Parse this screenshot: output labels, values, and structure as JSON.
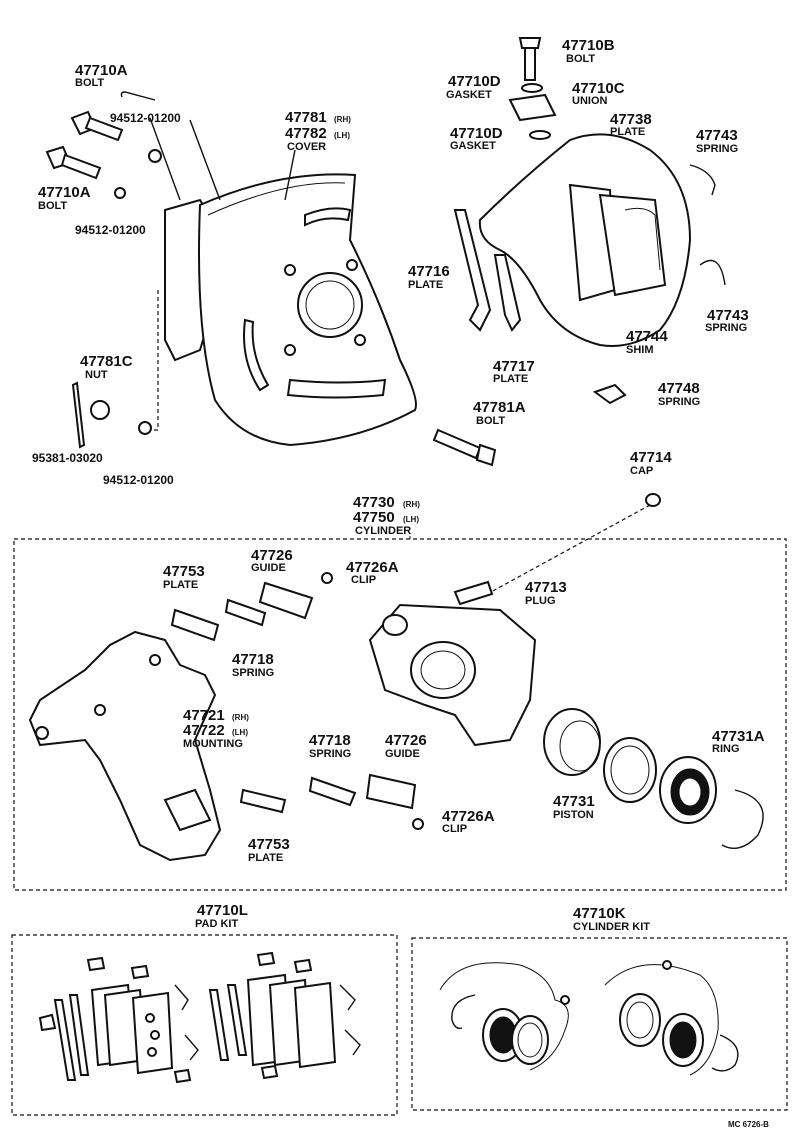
{
  "labels": {
    "p47710A_top": "47710A",
    "bolt_top": "BOLT",
    "p47710A_mid": "47710A",
    "bolt_mid": "BOLT",
    "w94512_1": "94512-01200",
    "w94512_2": "94512-01200",
    "w94512_3": "94512-01200",
    "p47781C": "47781C",
    "nut": "NUT",
    "p95381": "95381-03020",
    "p47781": "47781",
    "rh1": "(RH)",
    "p47782": "47782",
    "lh1": "(LH)",
    "cover": "COVER",
    "p47710B": "47710B",
    "bolt_b": "BOLT",
    "p47710D_1": "47710D",
    "gasket_1": "GASKET",
    "p47710C": "47710C",
    "union": "UNION",
    "p47710D_2": "47710D",
    "gasket_2": "GASKET",
    "p47738": "47738",
    "plate_38": "PLATE",
    "p47743_1": "47743",
    "spring_43a": "SPRING",
    "p47743_2": "47743",
    "spring_43b": "SPRING",
    "p47716": "47716",
    "plate_16": "PLATE",
    "p47717": "47717",
    "plate_17": "PLATE",
    "p47744": "47744",
    "shim": "SHIM",
    "p47748": "47748",
    "spring_48": "SPRING",
    "p47781A": "47781A",
    "bolt_81a": "BOLT",
    "p47714": "47714",
    "cap": "CAP",
    "p47730": "47730",
    "rh2": "(RH)",
    "p47750": "47750",
    "lh2": "(LH)",
    "cylinder": "CYLINDER",
    "p47753_1": "47753",
    "plate_53a": "PLATE",
    "p47726_1": "47726",
    "guide_a": "GUIDE",
    "p47726A_1": "47726A",
    "clip_a": "CLIP",
    "p47713": "47713",
    "plug": "PLUG",
    "p47718_1": "47718",
    "spring_18a": "SPRING",
    "p47721": "47721",
    "rh3": "(RH)",
    "p47722": "47722",
    "lh3": "(LH)",
    "mounting": "MOUNTING",
    "p47718_2": "47718",
    "spring_18b": "SPRING",
    "p47726_2": "47726",
    "guide_b": "GUIDE",
    "p47731A": "47731A",
    "ring": "RING",
    "p47731": "47731",
    "piston": "PISTON",
    "p47726A_2": "47726A",
    "clip_b": "CLIP",
    "p47753_2": "47753",
    "plate_53b": "PLATE",
    "p47710L": "47710L",
    "pad_kit": "PAD KIT",
    "p47710K": "47710K",
    "cylinder_kit": "CYLINDER KIT",
    "footer": "MC 6726-B"
  }
}
